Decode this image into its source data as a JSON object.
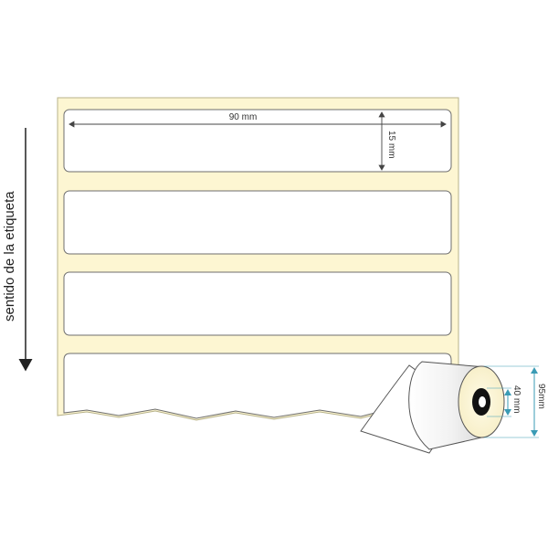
{
  "diagram": {
    "direction_label": "sentido de la etiqueta",
    "label_width": "90 mm",
    "label_height": "15 mm",
    "core_diameter": "40 mm",
    "roll_diameter": "95mm",
    "label_count": 4
  },
  "colors": {
    "liner": "#fdf6d2",
    "liner_border": "#b8b38a",
    "label": "#ffffff",
    "label_border": "#6e6e6e",
    "dimension_arrow": "#444444",
    "roll_dimension_arrow": "#3a9bb5",
    "core": "#111111"
  }
}
